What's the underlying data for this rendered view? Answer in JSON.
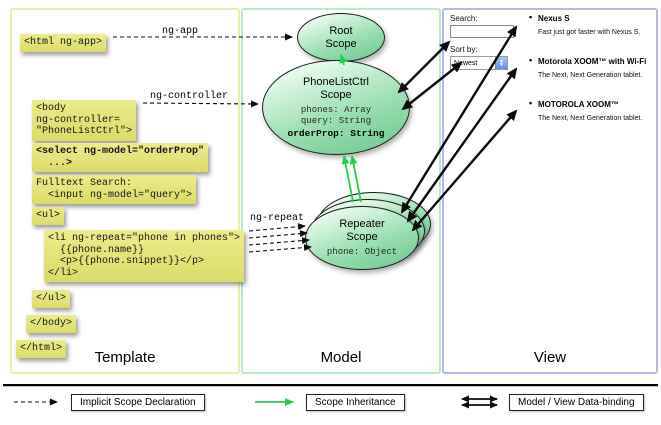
{
  "panels": {
    "template": {
      "label": "Template"
    },
    "model": {
      "label": "Model"
    },
    "view": {
      "label": "View"
    }
  },
  "template": {
    "code": {
      "html_open": "<html ng-app>",
      "body_open": "<body\nng-controller=\n\"PhoneListCtrl\">",
      "select": "<select ng-model=\"orderProp\"\n  ...>",
      "fulltext": "Fulltext Search:\n  <input ng-model=\"query\">",
      "ul_open": "<ul>",
      "li_repeat": "<li ng-repeat=\"phone in phones\">\n  {{phone.name}}\n  <p>{{phone.snippet}}</p>\n</li>",
      "ul_close": "</ul>",
      "body_close": "</body>",
      "html_close": "</html>"
    }
  },
  "arrows": {
    "ng_app": "ng-app",
    "ng_controller": "ng-controller",
    "ng_repeat": "ng-repeat"
  },
  "model": {
    "root": {
      "title": "Root\nScope"
    },
    "phonelist": {
      "title": "PhoneListCtrl\nScope",
      "props": "phones: Array\nquery: String",
      "bold_prop": "orderProp: String"
    },
    "repeater": {
      "title": "Repeater\nScope",
      "props": "phone: Object"
    }
  },
  "view": {
    "search_label": "Search:",
    "search_value": "",
    "sort_label": "Sort by:",
    "sort_value": "Newest",
    "bullet": "•",
    "items": [
      {
        "title": "Nexus S",
        "desc": "Fast just got faster with Nexus S."
      },
      {
        "title": "Motorola XOOM™ with Wi-Fi",
        "desc": "The Next, Next Generation tablet."
      },
      {
        "title": "MOTOROLA XOOM™",
        "desc": "The Next, Next Generation tablet."
      }
    ]
  },
  "legend": {
    "implicit": "Implicit Scope Declaration",
    "inheritance": "Scope Inheritance",
    "binding": "Model / View Data-binding"
  },
  "colors": {
    "code_bg": "#e5e57c",
    "scope_fill_top": "#f4fff6",
    "scope_fill_bottom": "#6fca92",
    "inheritance_green": "#1fd04e",
    "template_border": "#f0ecae",
    "model_border": "#b5eec6",
    "view_border": "#b9b6ef"
  }
}
